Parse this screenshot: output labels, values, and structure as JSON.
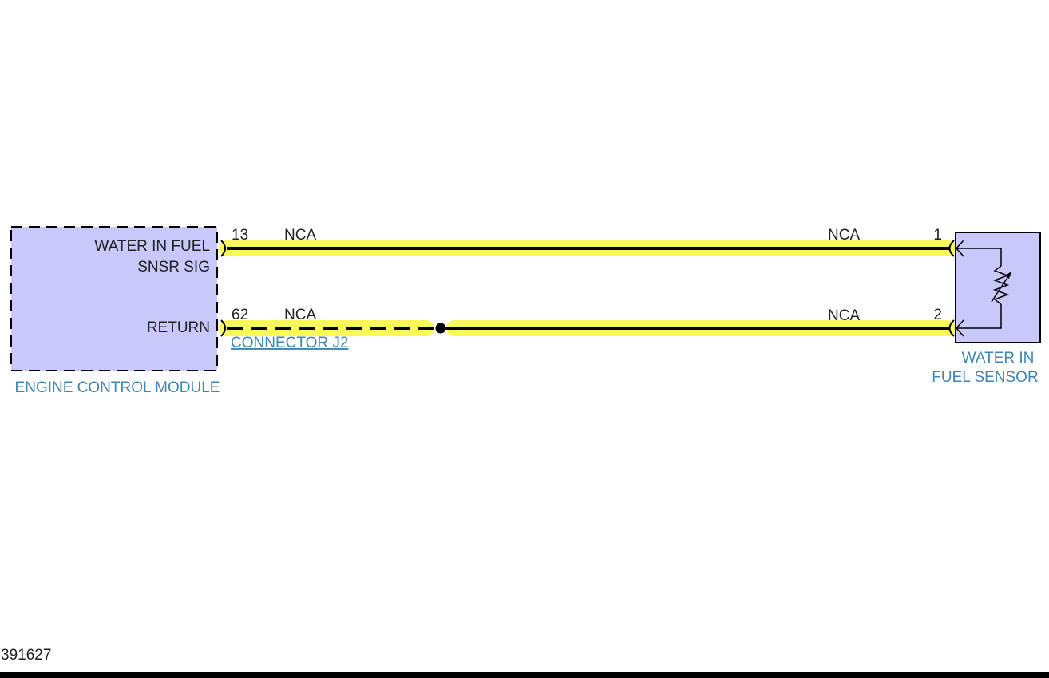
{
  "colors": {
    "component_fill": "#c8c8fa",
    "highlight": "#f9f95a",
    "link_text": "#3e86b4",
    "wire": "#000000"
  },
  "ecm": {
    "name": "ENGINE CONTROL MODULE",
    "pin_13_label_line1": "WATER IN FUEL",
    "pin_13_label_line2": "SNSR SIG",
    "pin_62_label": "RETURN",
    "connector_link": "CONNECTOR J2"
  },
  "sensor": {
    "name_line1": "WATER IN",
    "name_line2": "FUEL SENSOR",
    "icon": "variable-resistor-icon"
  },
  "circuits": [
    {
      "from_pin": "13",
      "to_pin": "1",
      "from_wire_label": "NCA",
      "to_wire_label": "NCA",
      "return_style": "solid"
    },
    {
      "from_pin": "62",
      "to_pin": "2",
      "from_wire_label": "NCA",
      "to_wire_label": "NCA",
      "return_style": "dashed-then-solid",
      "splice": "splice-dot"
    }
  ],
  "diagram_id": "391627"
}
